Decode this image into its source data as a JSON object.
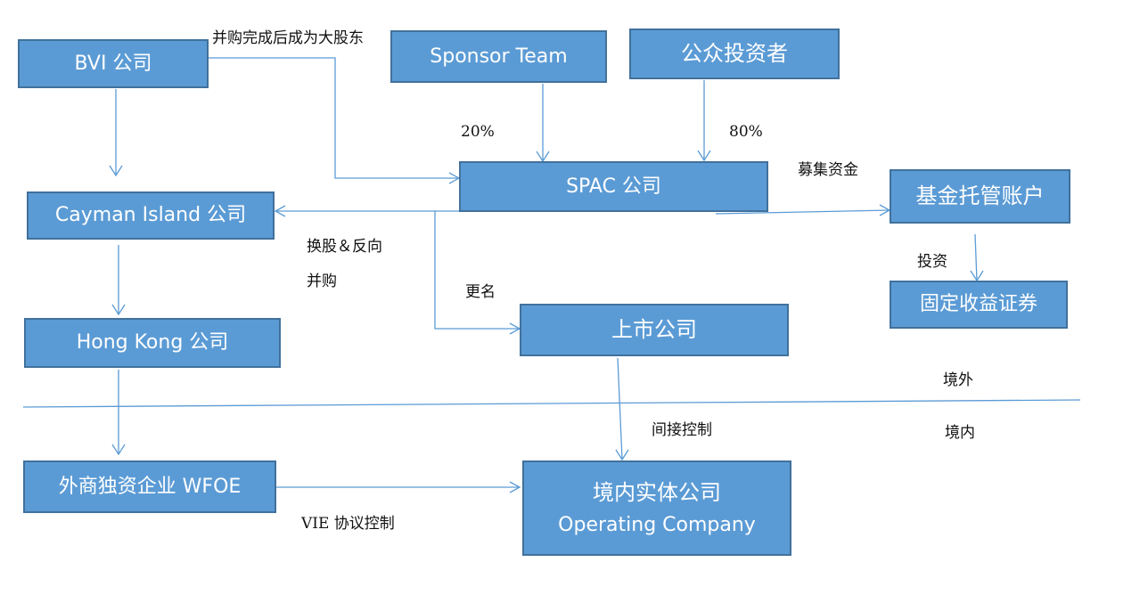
{
  "nodes": {
    "bvi": "BVI 公司",
    "sponsor": "Sponsor Team",
    "public_investors": "公众投资者",
    "spac": "SPAC 公司",
    "cayman": "Cayman Island 公司",
    "trust_account": "基金托管账户",
    "fixed_income": "固定收益证券",
    "listed_company": "上市公司",
    "hong_kong": "Hong Kong 公司",
    "wfoe": "外商独资企业 WFOE",
    "operating_line1": "境内实体公司",
    "operating_line2": "Operating Company"
  },
  "labels": {
    "merger_shareholder": "并购完成后成为大股东",
    "sponsor_pct": "20%",
    "public_pct": "80%",
    "raise_funds": "募集资金",
    "share_swap_line1": "换股＆反向",
    "share_swap_line2": "并购",
    "rename": "更名",
    "invest": "投资",
    "offshore": "境外",
    "onshore": "境内",
    "indirect_control": "间接控制",
    "vie_control": "VIE 协议控制"
  },
  "colors": {
    "box_fill": "#5b9bd5",
    "box_border": "#41719c",
    "connector": "#5b9bd5",
    "text_on_box": "#ffffff"
  }
}
